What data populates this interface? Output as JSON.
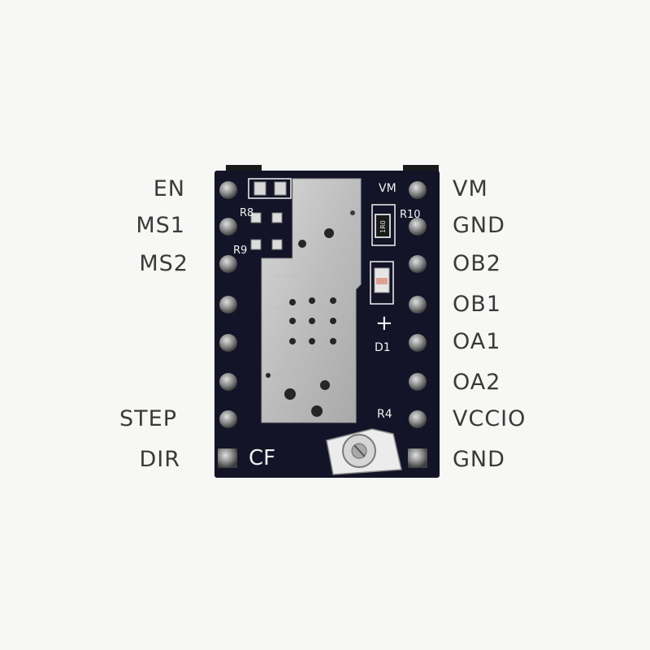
{
  "board": {
    "silkscreen": {
      "vm": "VM",
      "r8": "R8",
      "r9": "R9",
      "r10": "R10",
      "r10_value": "1R0",
      "d1": "D1",
      "plus": "+",
      "r4": "R4",
      "logo": "CF"
    },
    "colors": {
      "pcb": "#141428",
      "shield": "#c9c9c9",
      "pin": "#8a8a8a",
      "silk": "#f2f2f2",
      "background": "#f7f7f5"
    }
  },
  "pins_left": [
    {
      "label": "EN"
    },
    {
      "label": "MS1"
    },
    {
      "label": "MS2"
    },
    {
      "label": ""
    },
    {
      "label": ""
    },
    {
      "label": ""
    },
    {
      "label": "STEP"
    },
    {
      "label": "DIR"
    }
  ],
  "pins_right": [
    {
      "label": "VM"
    },
    {
      "label": "GND"
    },
    {
      "label": "OB2"
    },
    {
      "label": "OB1"
    },
    {
      "label": "OA1"
    },
    {
      "label": "OA2"
    },
    {
      "label": "VCCIO"
    },
    {
      "label": "GND"
    }
  ]
}
